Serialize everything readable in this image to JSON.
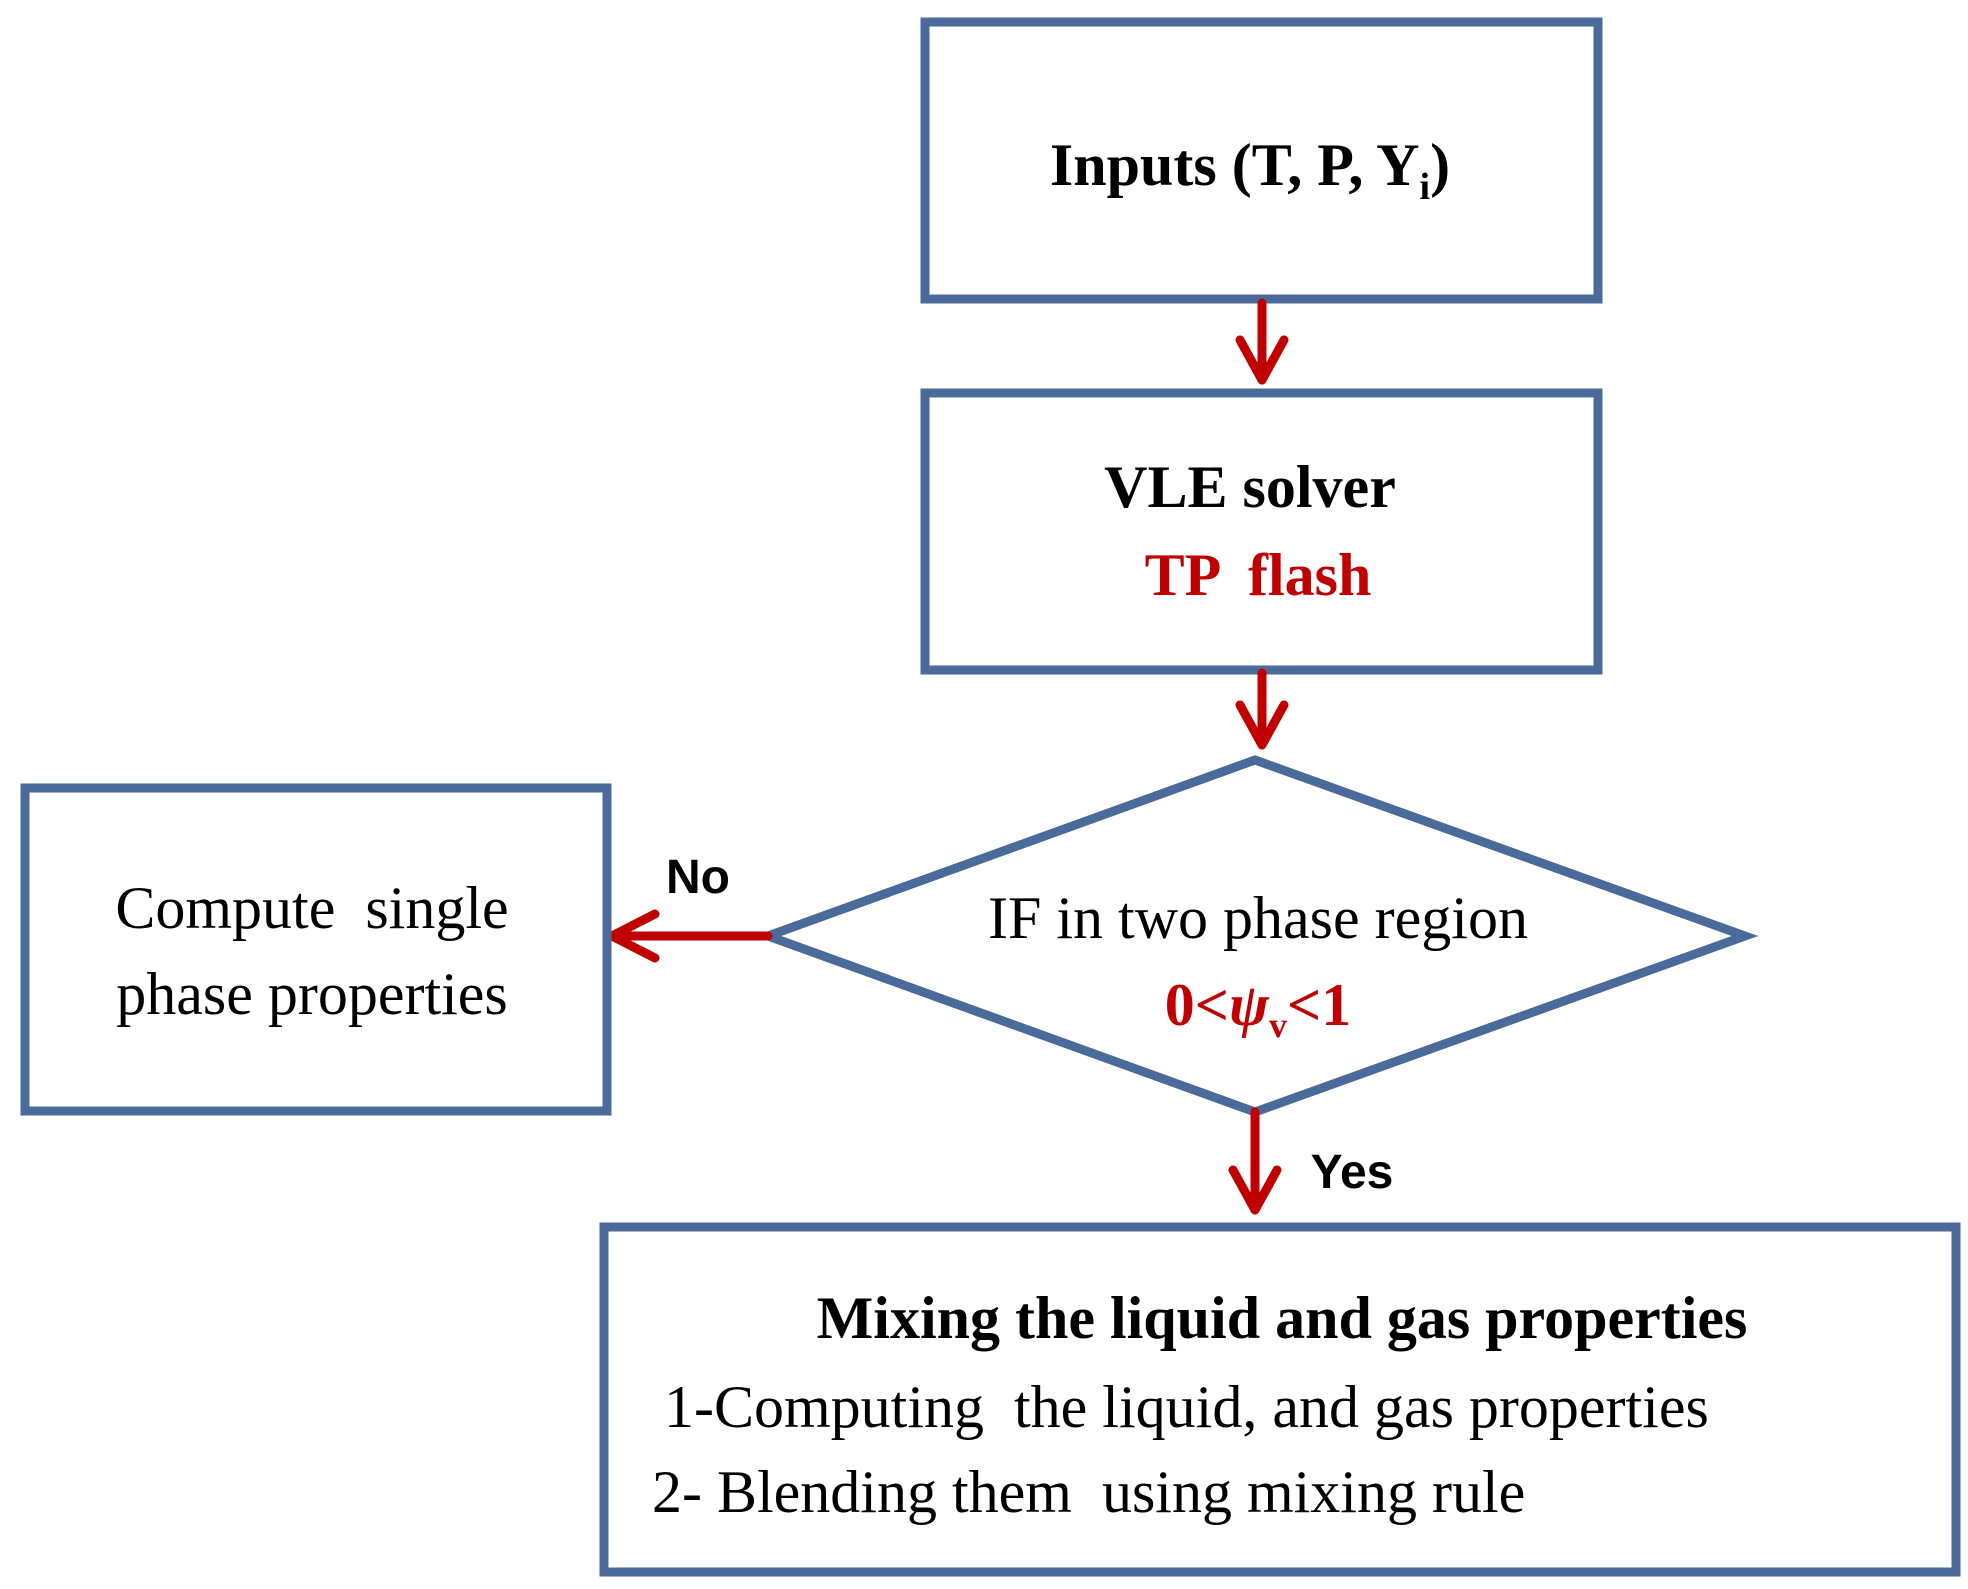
{
  "colors": {
    "box_border": "#4A6A9A",
    "arrow": "#C00000",
    "text": "#000000",
    "highlight_text": "#C00000",
    "background": "#FFFFFF"
  },
  "nodes": {
    "inputs": {
      "label_main": "Inputs (T, P, Y",
      "label_sub": "i",
      "label_close": ")"
    },
    "vle": {
      "title": "VLE solver",
      "subtitle": "TP  flash"
    },
    "decision": {
      "line1": "IF in two phase region",
      "cond_prefix": "0<",
      "cond_symbol": "ψ",
      "cond_sub": "v",
      "cond_suffix": "<1"
    },
    "single": {
      "line1": "Compute  single",
      "line2": "phase properties"
    },
    "mixing": {
      "title": "Mixing the liquid and gas properties",
      "line1": "1-Computing  the liquid, and gas properties",
      "line2": "2- Blending them  using mixing rule"
    }
  },
  "edges": {
    "no_label": "No",
    "yes_label": "Yes"
  }
}
